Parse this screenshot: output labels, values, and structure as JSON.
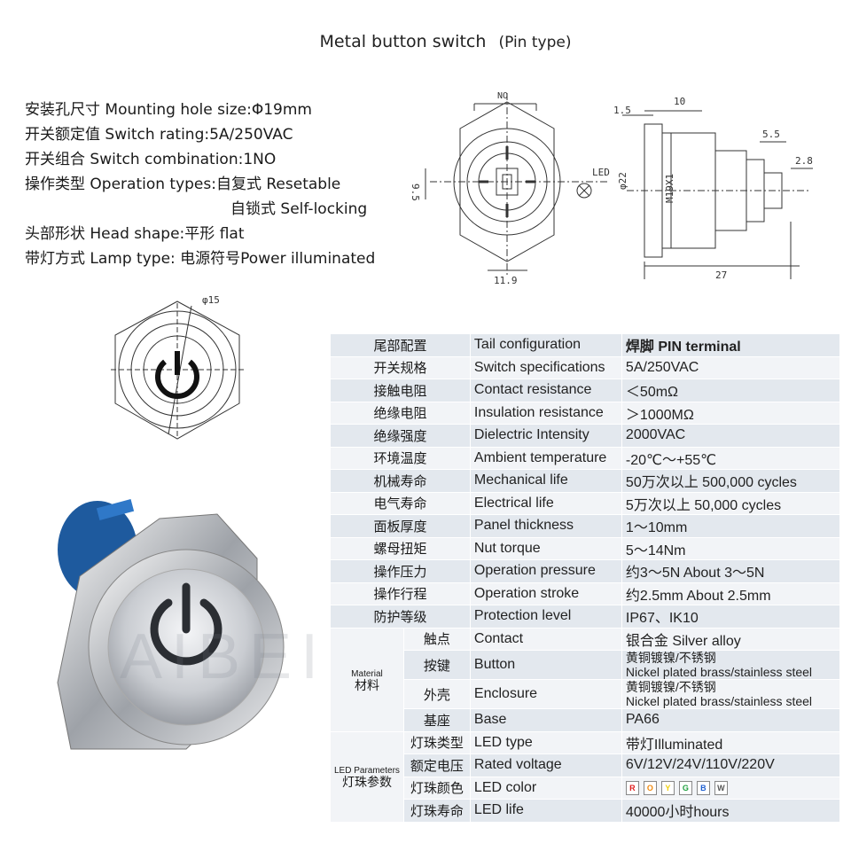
{
  "header": {
    "title": "Metal button switch",
    "subtitle": "(Pin type)"
  },
  "specs": {
    "mounting": "安装孔尺寸 Mounting hole size:Φ19mm",
    "rating": "开关额定值 Switch rating:5A/250VAC",
    "combination": "开关组合 Switch combination:1NO",
    "operation": "操作类型 Operation types:自复式 Resetable",
    "operation2": "自锁式 Self-locking",
    "head": "头部形状 Head shape:平形 flat",
    "lamp": "带灯方式 Lamp type: 电源符号Power illuminated"
  },
  "drawing": {
    "no_label": "NO",
    "led_label": "LED",
    "dim_9_5": "9.5",
    "dim_11_9": "11.9",
    "dim_10": "10",
    "dim_1_5": "1.5",
    "dim_5_5": "5.5",
    "dim_2_8": "2.8",
    "dim_phi22": "φ22",
    "dim_m19": "M19X1",
    "dim_27": "27",
    "dim_phi15": "φ15"
  },
  "watermark": "AIBEIKE",
  "table": {
    "rows": [
      {
        "cn": "尾部配置",
        "en": "Tail configuration",
        "val": "焊脚 PIN terminal"
      },
      {
        "cn": "开关规格",
        "en": "Switch specifications",
        "val": "5A/250VAC"
      },
      {
        "cn": "接触电阻",
        "en": "Contact resistance",
        "val": "＜50mΩ"
      },
      {
        "cn": "绝缘电阻",
        "en": "Insulation resistance",
        "val": "＞1000MΩ"
      },
      {
        "cn": "绝缘强度",
        "en": "Dielectric Intensity",
        "val": "2000VAC"
      },
      {
        "cn": "环境温度",
        "en": "Ambient temperature",
        "val": "-20℃～+55℃"
      },
      {
        "cn": "机械寿命",
        "en": "Mechanical life",
        "val": "50万次以上 500,000 cycles"
      },
      {
        "cn": "电气寿命",
        "en": "Electrical life",
        "val": "5万次以上 50,000  cycles"
      },
      {
        "cn": "面板厚度",
        "en": "Panel thickness",
        "val": "1～10mm"
      },
      {
        "cn": "螺母扭矩",
        "en": "Nut torque",
        "val": "5～14Nm"
      },
      {
        "cn": "操作压力",
        "en": "Operation pressure",
        "val": "约3～5N About 3～5N"
      },
      {
        "cn": "操作行程",
        "en": "Operation stroke",
        "val": "约2.5mm About 2.5mm"
      },
      {
        "cn": "防护等级",
        "en": "Protection level",
        "val": "IP67、IK10"
      }
    ],
    "material_group": {
      "cn": "材料",
      "en": "Material"
    },
    "material_rows": [
      {
        "cn": "触点",
        "en": "Contact",
        "val": "银合金 Silver alloy"
      },
      {
        "cn": "按键",
        "en": "Button",
        "val": "黄铜镀镍/不锈钢",
        "val2": "Nickel plated brass/stainless steel"
      },
      {
        "cn": "外壳",
        "en": "Enclosure",
        "val": "黄铜镀镍/不锈钢",
        "val2": "Nickel plated brass/stainless steel"
      },
      {
        "cn": "基座",
        "en": "Base",
        "val": "PA66"
      }
    ],
    "led_group": {
      "cn": "灯珠参数",
      "en": "LED Parameters"
    },
    "led_rows": [
      {
        "cn": "灯珠类型",
        "en": "LED type",
        "val": "带灯Illuminated"
      },
      {
        "cn": "额定电压",
        "en": "Rated voltage",
        "val": "6V/12V/24V/110V/220V"
      },
      {
        "cn": "灯珠颜色",
        "en": "LED color",
        "val": ""
      },
      {
        "cn": "灯珠寿命",
        "en": "LED life",
        "val": "40000小时hours"
      }
    ],
    "led_colors": [
      {
        "letter": "R",
        "color": "#e02020"
      },
      {
        "letter": "O",
        "color": "#f08a10"
      },
      {
        "letter": "Y",
        "color": "#f0d010"
      },
      {
        "letter": "G",
        "color": "#20a040"
      },
      {
        "letter": "B",
        "color": "#2060d0"
      },
      {
        "letter": "W",
        "color": "#ffffff"
      }
    ]
  }
}
